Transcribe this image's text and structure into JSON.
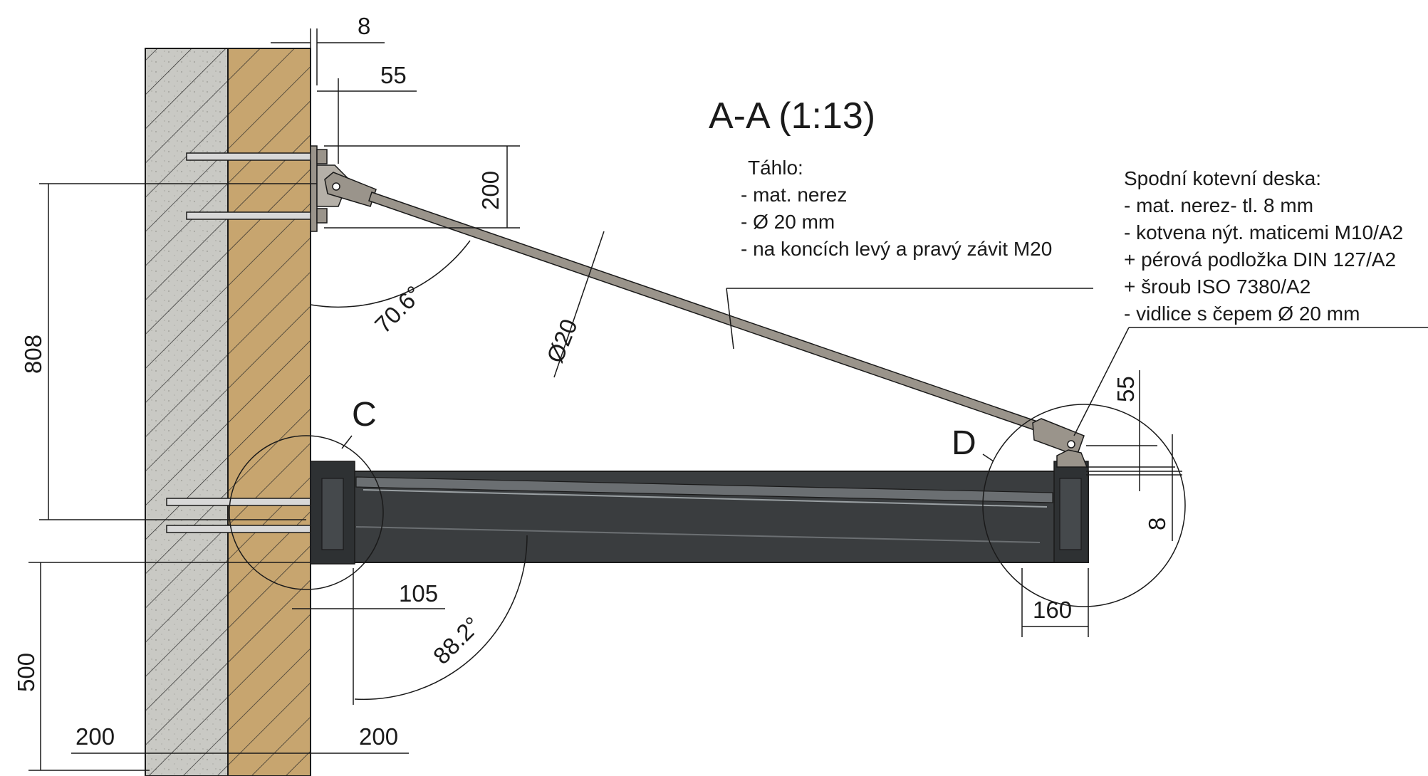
{
  "title": "A-A (1:13)",
  "notes": {
    "tahlo": {
      "heading": "Táhlo:",
      "lines": [
        "- mat. nerez",
        "- Ø 20 mm",
        "- na koncích levý a pravý závit M20"
      ]
    },
    "deska": {
      "heading": "Spodní kotevní deska:",
      "lines": [
        "- mat. nerez- tl. 8 mm",
        "- kotvena nýt. maticemi M10/A2",
        " + pérová podložka DIN 127/A2",
        " + šroub ISO 7380/A2",
        "- vidlice s čepem Ø 20 mm"
      ]
    }
  },
  "dimensions": {
    "plate_top": "8",
    "bracket_offset": "55",
    "bracket_height": "200",
    "anchor_height": "808",
    "below_height": "500",
    "masonry_width": "200",
    "insulation_width": "200",
    "frame_offset": "105",
    "end_width": "160",
    "end_height": "55",
    "end_plate": "8",
    "rod_diameter": "Ø20",
    "angle_rod": "70.6°",
    "angle_canopy": "88.2°"
  },
  "details": {
    "c": "C",
    "d": "D"
  },
  "colors": {
    "masonry": "#c9c9c4",
    "insulation": "#c7a56f",
    "canopy": "#3a3d3f",
    "rod": "#9a948b",
    "line": "#1a1a1a"
  }
}
